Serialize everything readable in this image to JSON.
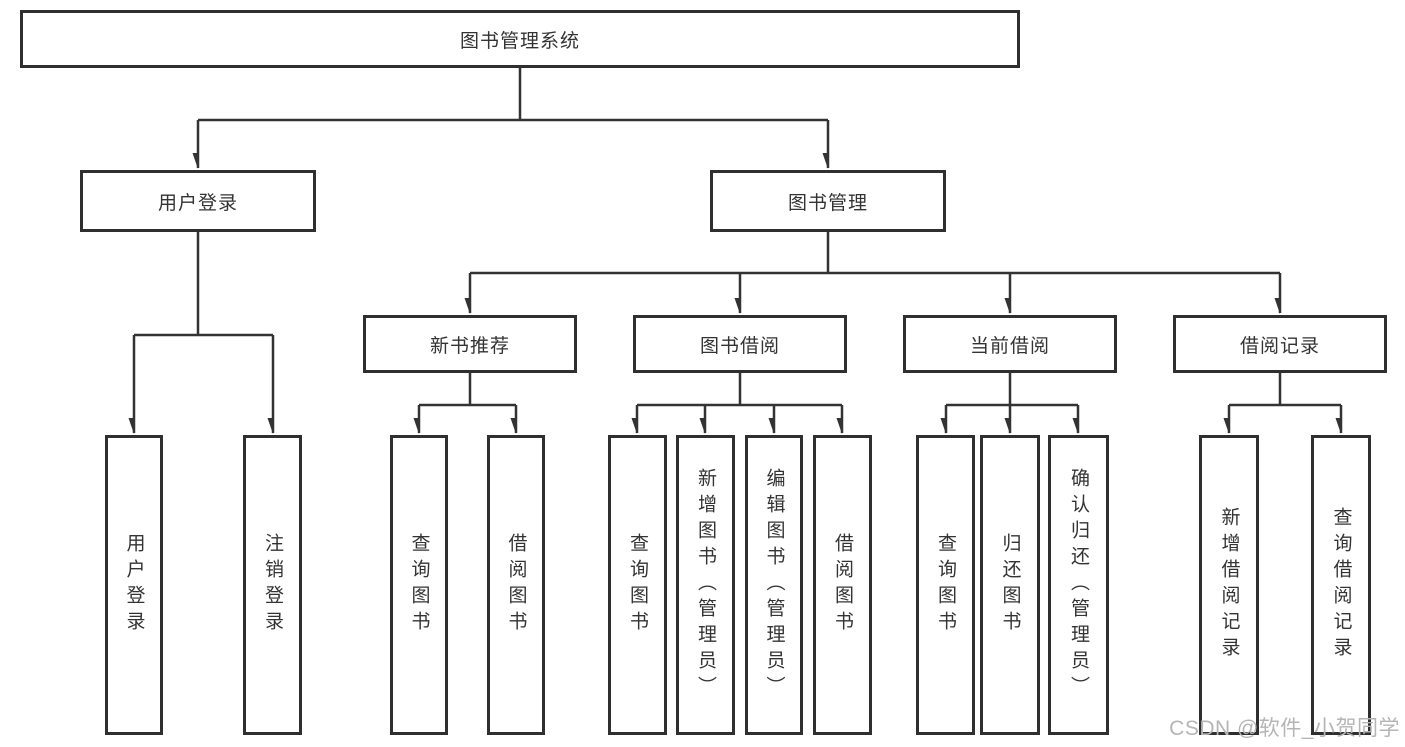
{
  "diagram": {
    "root": {
      "label": "图书管理系统"
    },
    "level2": [
      {
        "label": "用户登录"
      },
      {
        "label": "图书管理"
      }
    ],
    "level3": [
      {
        "label": "新书推荐"
      },
      {
        "label": "图书借阅"
      },
      {
        "label": "当前借阅"
      },
      {
        "label": "借阅记录"
      }
    ],
    "leaves": [
      {
        "label": "用户登录",
        "parent": "用户登录"
      },
      {
        "label": "注销登录",
        "parent": "用户登录"
      },
      {
        "label": "查询图书",
        "parent": "新书推荐"
      },
      {
        "label": "借阅图书",
        "parent": "新书推荐"
      },
      {
        "label": "查询图书",
        "parent": "图书借阅"
      },
      {
        "label": "新增图书（管理员）",
        "parent": "图书借阅"
      },
      {
        "label": "编辑图书（管理员）",
        "parent": "图书借阅"
      },
      {
        "label": "借阅图书",
        "parent": "图书借阅"
      },
      {
        "label": "查询图书",
        "parent": "当前借阅"
      },
      {
        "label": "归还图书",
        "parent": "当前借阅"
      },
      {
        "label": "确认归还（管理员）",
        "parent": "当前借阅"
      },
      {
        "label": "新增借阅记录",
        "parent": "借阅记录"
      },
      {
        "label": "查询借阅记录",
        "parent": "借阅记录"
      }
    ],
    "watermark": "CSDN @软件_小贺同学",
    "colors": {
      "line": "#333333",
      "box_border": "#2f2f2f",
      "box_background": "#ffffff",
      "text": "#333333",
      "watermark_text": "#b5b5b5"
    }
  }
}
